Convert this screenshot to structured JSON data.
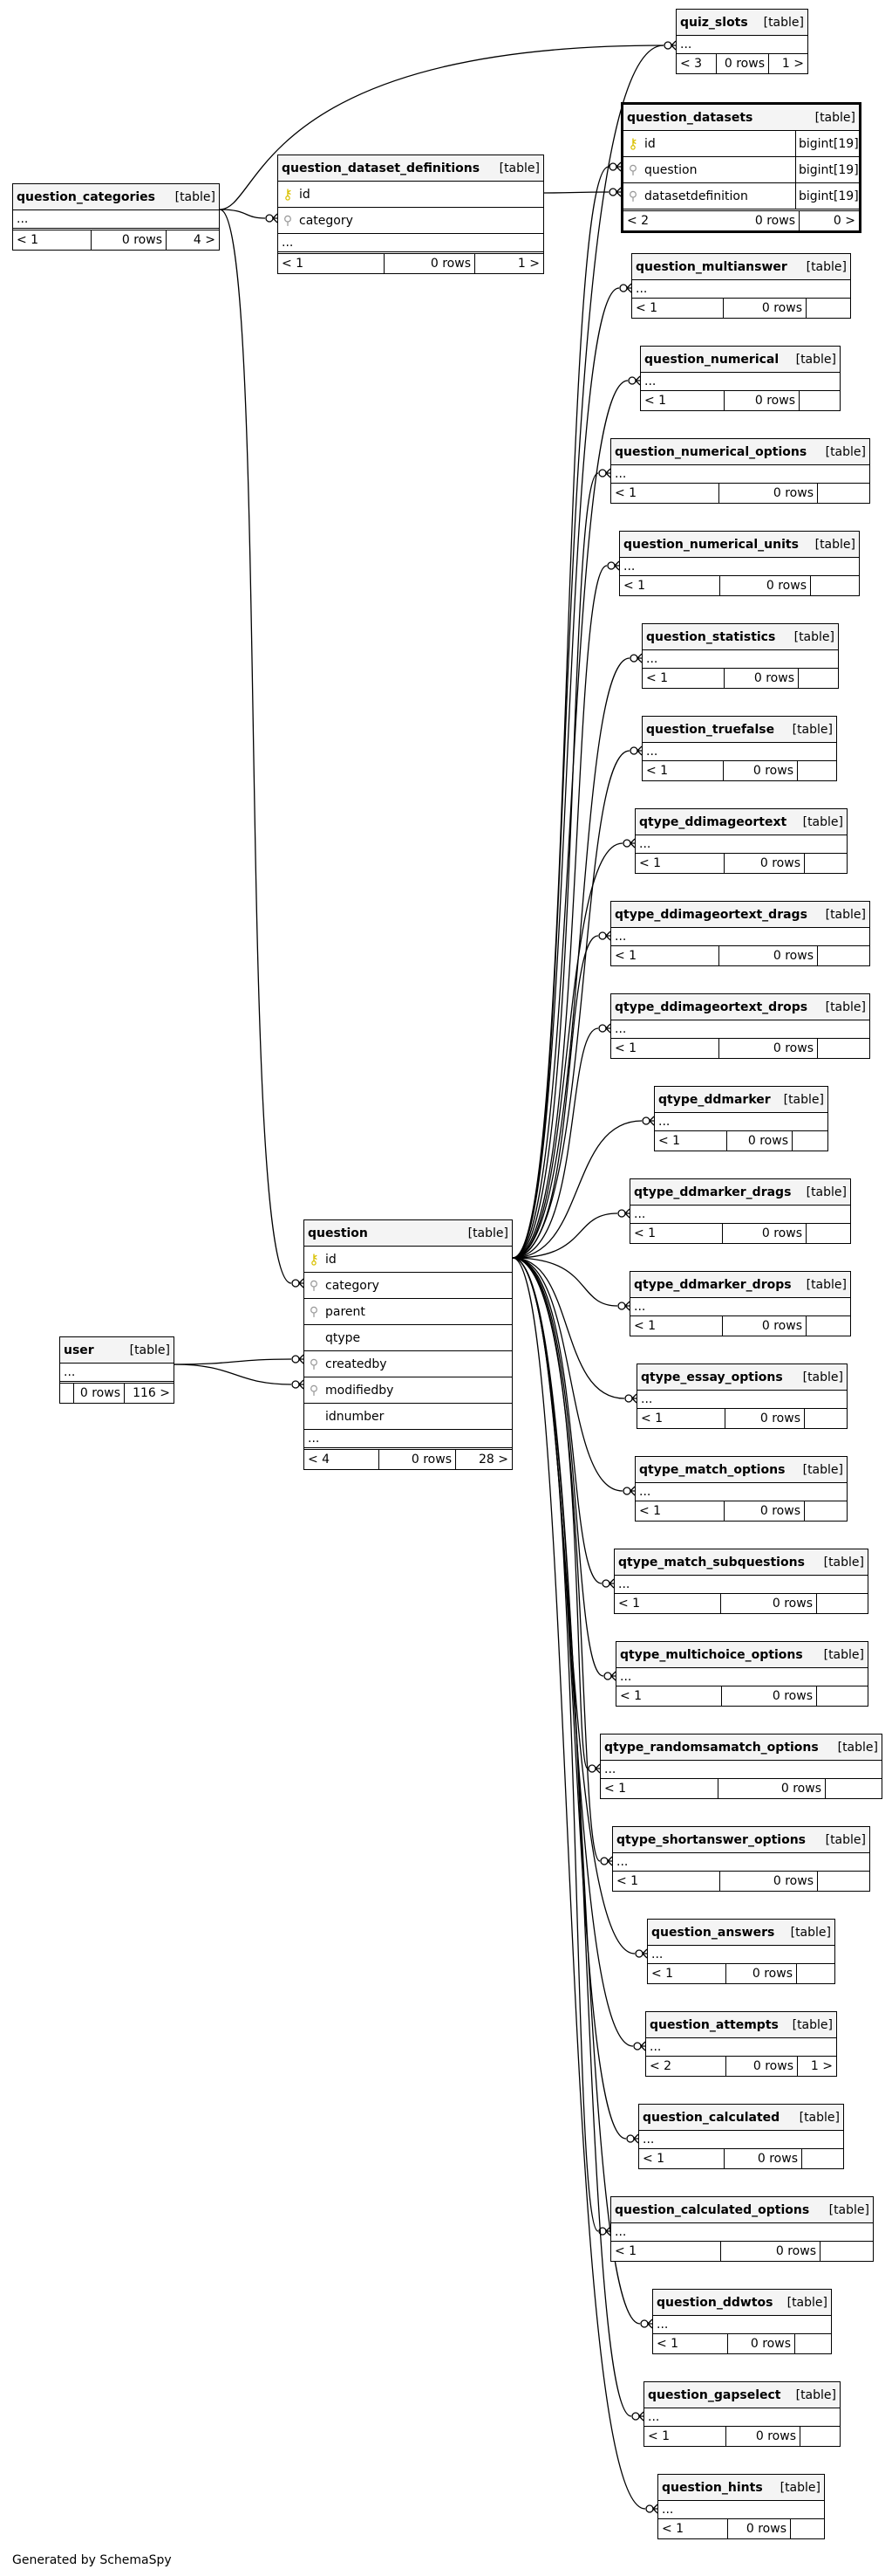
{
  "diagram": {
    "footer": "Generated by SchemaSpy",
    "colors": {
      "border": "#000000",
      "header": "#f4f4f4",
      "primary_key": "#d9c000",
      "foreign_key": "#999999"
    },
    "tables": {
      "quiz_slots": {
        "name": "quiz_slots",
        "kind": "[table]",
        "ellipsis": "...",
        "footer": [
          "< 3",
          "0 rows",
          "1 >"
        ]
      },
      "question_datasets": {
        "name": "question_datasets",
        "kind": "[table]",
        "columns": [
          {
            "name": "id",
            "type": "bigint[19]",
            "key": "key-icon"
          },
          {
            "name": "question",
            "type": "bigint[19]",
            "key": "foreign-key-icon"
          },
          {
            "name": "datasetdefinition",
            "type": "bigint[19]",
            "key": "foreign-key-icon"
          }
        ],
        "footer": [
          "< 2",
          "0 rows",
          "0 >"
        ]
      },
      "question_categories": {
        "name": "question_categories",
        "kind": "[table]",
        "ellipsis": "...",
        "footer": [
          "< 1",
          "0 rows",
          "4 >"
        ]
      },
      "question_dataset_definitions": {
        "name": "question_dataset_definitions",
        "kind": "[table]",
        "columns": [
          {
            "name": "id",
            "key": "key-icon"
          },
          {
            "name": "category",
            "key": "foreign-key-icon"
          }
        ],
        "ellipsis": "...",
        "footer": [
          "< 1",
          "0 rows",
          "1 >"
        ]
      },
      "question": {
        "name": "question",
        "kind": "[table]",
        "columns": [
          {
            "name": "id",
            "key": "key-icon"
          },
          {
            "name": "category",
            "key": "foreign-key-icon"
          },
          {
            "name": "parent",
            "key": "foreign-key-icon"
          },
          {
            "name": "qtype",
            "key": ""
          },
          {
            "name": "createdby",
            "key": "foreign-key-icon"
          },
          {
            "name": "modifiedby",
            "key": "foreign-key-icon"
          },
          {
            "name": "idnumber",
            "key": ""
          }
        ],
        "ellipsis": "...",
        "footer": [
          "< 4",
          "0 rows",
          "28 >"
        ]
      },
      "user": {
        "name": "user",
        "kind": "[table]",
        "ellipsis": "...",
        "footer": [
          "",
          "0 rows",
          "116 >"
        ]
      },
      "children": [
        {
          "name": "question_multianswer",
          "kind": "[table]",
          "ellipsis": "...",
          "footer": [
            "< 1",
            "0 rows",
            ""
          ]
        },
        {
          "name": "question_numerical",
          "kind": "[table]",
          "ellipsis": "...",
          "footer": [
            "< 1",
            "0 rows",
            ""
          ]
        },
        {
          "name": "question_numerical_options",
          "kind": "[table]",
          "ellipsis": "...",
          "footer": [
            "< 1",
            "0 rows",
            ""
          ]
        },
        {
          "name": "question_numerical_units",
          "kind": "[table]",
          "ellipsis": "...",
          "footer": [
            "< 1",
            "0 rows",
            ""
          ]
        },
        {
          "name": "question_statistics",
          "kind": "[table]",
          "ellipsis": "...",
          "footer": [
            "< 1",
            "0 rows",
            ""
          ]
        },
        {
          "name": "question_truefalse",
          "kind": "[table]",
          "ellipsis": "...",
          "footer": [
            "< 1",
            "0 rows",
            ""
          ]
        },
        {
          "name": "qtype_ddimageortext",
          "kind": "[table]",
          "ellipsis": "...",
          "footer": [
            "< 1",
            "0 rows",
            ""
          ]
        },
        {
          "name": "qtype_ddimageortext_drags",
          "kind": "[table]",
          "ellipsis": "...",
          "footer": [
            "< 1",
            "0 rows",
            ""
          ]
        },
        {
          "name": "qtype_ddimageortext_drops",
          "kind": "[table]",
          "ellipsis": "...",
          "footer": [
            "< 1",
            "0 rows",
            ""
          ]
        },
        {
          "name": "qtype_ddmarker",
          "kind": "[table]",
          "ellipsis": "...",
          "footer": [
            "< 1",
            "0 rows",
            ""
          ]
        },
        {
          "name": "qtype_ddmarker_drags",
          "kind": "[table]",
          "ellipsis": "...",
          "footer": [
            "< 1",
            "0 rows",
            ""
          ]
        },
        {
          "name": "qtype_ddmarker_drops",
          "kind": "[table]",
          "ellipsis": "...",
          "footer": [
            "< 1",
            "0 rows",
            ""
          ]
        },
        {
          "name": "qtype_essay_options",
          "kind": "[table]",
          "ellipsis": "...",
          "footer": [
            "< 1",
            "0 rows",
            ""
          ]
        },
        {
          "name": "qtype_match_options",
          "kind": "[table]",
          "ellipsis": "...",
          "footer": [
            "< 1",
            "0 rows",
            ""
          ]
        },
        {
          "name": "qtype_match_subquestions",
          "kind": "[table]",
          "ellipsis": "...",
          "footer": [
            "< 1",
            "0 rows",
            ""
          ]
        },
        {
          "name": "qtype_multichoice_options",
          "kind": "[table]",
          "ellipsis": "...",
          "footer": [
            "< 1",
            "0 rows",
            ""
          ]
        },
        {
          "name": "qtype_randomsamatch_options",
          "kind": "[table]",
          "ellipsis": "...",
          "footer": [
            "< 1",
            "0 rows",
            ""
          ]
        },
        {
          "name": "qtype_shortanswer_options",
          "kind": "[table]",
          "ellipsis": "...",
          "footer": [
            "< 1",
            "0 rows",
            ""
          ]
        },
        {
          "name": "question_answers",
          "kind": "[table]",
          "ellipsis": "...",
          "footer": [
            "< 1",
            "0 rows",
            ""
          ]
        },
        {
          "name": "question_attempts",
          "kind": "[table]",
          "ellipsis": "...",
          "footer": [
            "< 2",
            "0 rows",
            "1 >"
          ]
        },
        {
          "name": "question_calculated",
          "kind": "[table]",
          "ellipsis": "...",
          "footer": [
            "< 1",
            "0 rows",
            ""
          ]
        },
        {
          "name": "question_calculated_options",
          "kind": "[table]",
          "ellipsis": "...",
          "footer": [
            "< 1",
            "0 rows",
            ""
          ]
        },
        {
          "name": "question_ddwtos",
          "kind": "[table]",
          "ellipsis": "...",
          "footer": [
            "< 1",
            "0 rows",
            ""
          ]
        },
        {
          "name": "question_gapselect",
          "kind": "[table]",
          "ellipsis": "...",
          "footer": [
            "< 1",
            "0 rows",
            ""
          ]
        },
        {
          "name": "question_hints",
          "kind": "[table]",
          "ellipsis": "...",
          "footer": [
            "< 1",
            "0 rows",
            ""
          ]
        }
      ]
    }
  }
}
